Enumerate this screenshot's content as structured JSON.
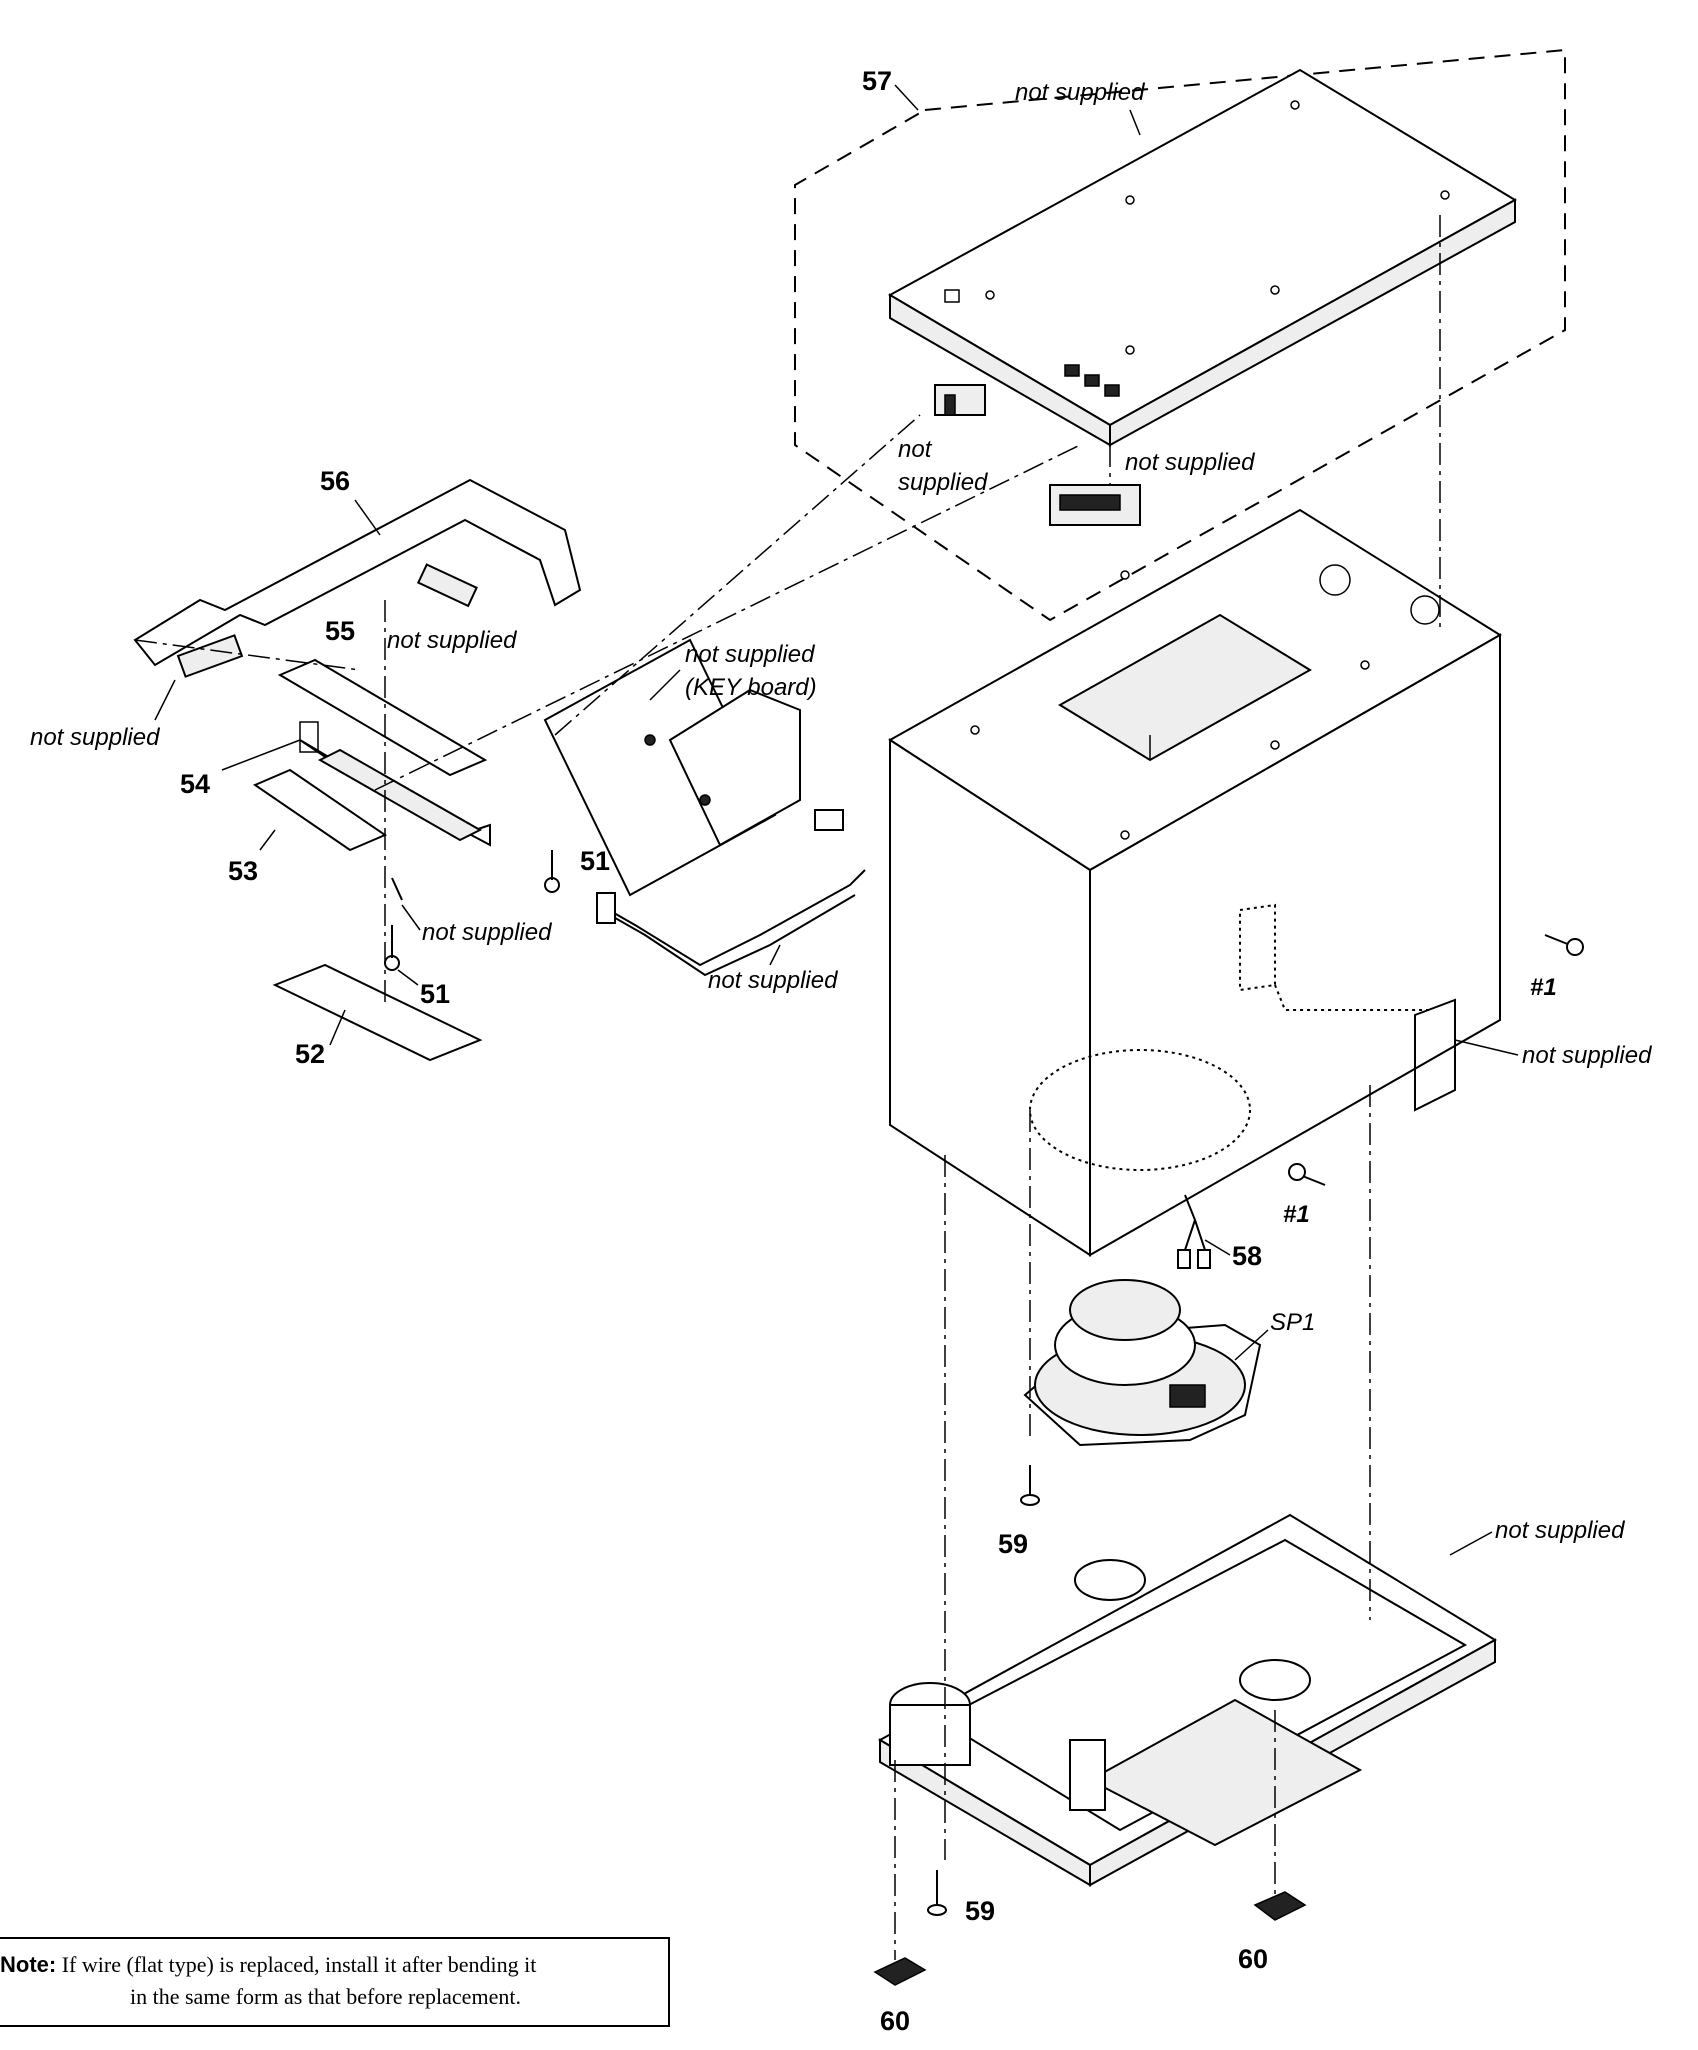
{
  "labels": {
    "part_51": "51",
    "part_52": "52",
    "part_53": "53",
    "part_54": "54",
    "part_55": "55",
    "part_56": "56",
    "part_57": "57",
    "part_58": "58",
    "part_59": "59",
    "part_60": "60",
    "sp1": "SP1",
    "screw_1": "#1",
    "not_supplied": "not supplied",
    "not_word": "not",
    "supplied_word": "supplied",
    "key_board": "(KEY board)"
  },
  "note": {
    "keyword": "Note:",
    "line1": "If wire (flat type) is replaced, install it after bending it",
    "line2": "in the same form as that before replacement."
  }
}
